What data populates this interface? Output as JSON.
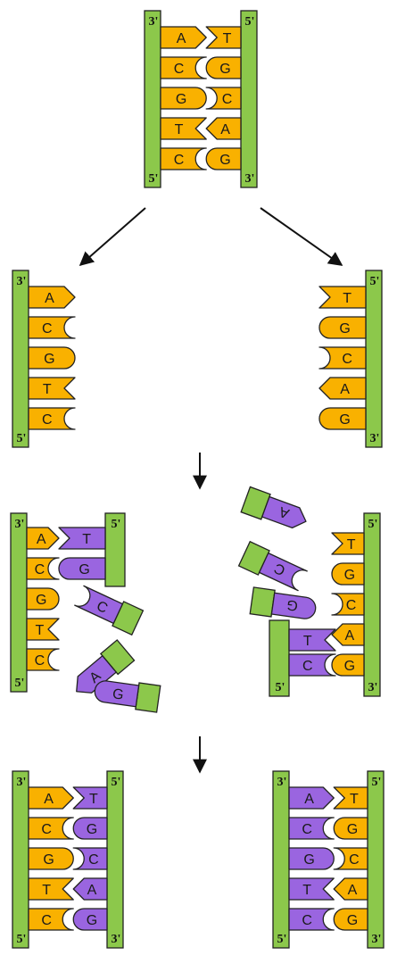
{
  "colors": {
    "backbone": "#8cc84b",
    "original": "#f9b100",
    "newstrand": "#9a65e0",
    "outline": "#222222",
    "arrow": "#111111"
  },
  "ends": {
    "five": "5'",
    "three": "3'"
  },
  "original_pairs": [
    {
      "left": "A",
      "right": "T"
    },
    {
      "left": "C",
      "right": "G"
    },
    {
      "left": "G",
      "right": "C"
    },
    {
      "left": "T",
      "right": "A"
    },
    {
      "left": "C",
      "right": "G"
    }
  ],
  "free_nucleotides": [
    {
      "base": "C"
    },
    {
      "base": "A"
    },
    {
      "base": "G"
    },
    {
      "base": "A"
    },
    {
      "base": "C"
    },
    {
      "base": "G"
    }
  ],
  "stages": [
    {
      "id": "original-duplex"
    },
    {
      "id": "separated-strands"
    },
    {
      "id": "replication-in-progress"
    },
    {
      "id": "daughter-duplexes"
    }
  ]
}
